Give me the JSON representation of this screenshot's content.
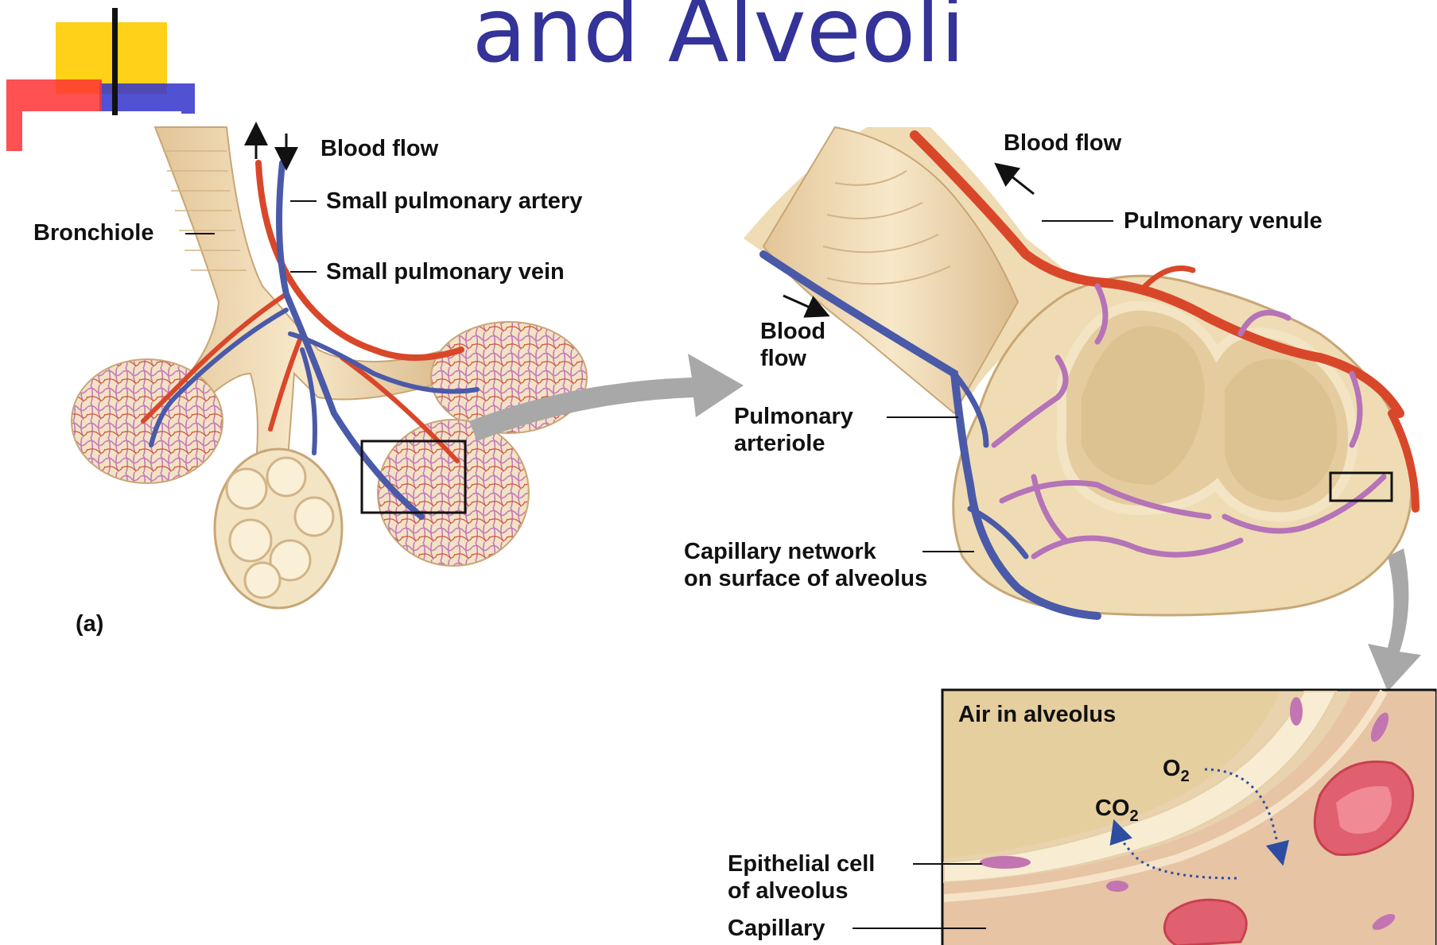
{
  "slide": {
    "title": "and Alveoli"
  },
  "labels": {
    "blood_flow_a": "Blood flow",
    "small_pulmonary_artery": "Small pulmonary artery",
    "bronchiole": "Bronchiole",
    "small_pulmonary_vein": "Small pulmonary vein",
    "panel_a": "(a)",
    "blood_flow_b": "Blood flow",
    "pulmonary_venule": "Pulmonary venule",
    "blood_flow_c_line1": "Blood",
    "blood_flow_c_line2": "flow",
    "pulmonary_arteriole_line1": "Pulmonary",
    "pulmonary_arteriole_line2": "arteriole",
    "capillary_network_line1": "Capillary network",
    "capillary_network_line2": "on surface of alveolus",
    "air_in_alveolus": "Air in alveolus",
    "o2": "O",
    "o2_sub": "2",
    "co2": "CO",
    "co2_sub": "2",
    "epithelial_line1": "Epithelial cell",
    "epithelial_line2": "of alveolus",
    "capillary": "Capillary"
  },
  "colors": {
    "title": "#333399",
    "artery_red": "#d9472a",
    "vein_blue": "#4a5aa8",
    "capillary_purple": "#b573b8",
    "tissue_beige": "#efdcb4",
    "arrow_gray": "#a8a8a8",
    "logo_yellow": "#ffcc00",
    "logo_red": "#ff3333",
    "logo_blue": "#3333cc"
  }
}
